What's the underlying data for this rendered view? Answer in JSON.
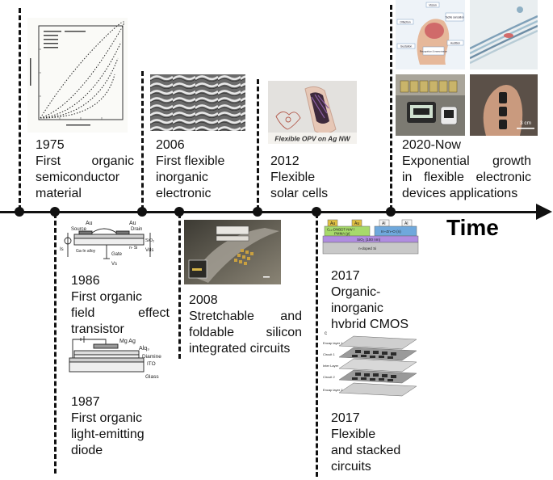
{
  "axis": {
    "label": "Time"
  },
  "milestones": [
    {
      "id": "1975",
      "year": "1975",
      "lines": [
        "First organic",
        "semiconductor",
        "material"
      ]
    },
    {
      "id": "1986",
      "year": "1986",
      "lines": [
        "First organic",
        "field effect",
        "transistor"
      ]
    },
    {
      "id": "1987",
      "year": "1987",
      "lines": [
        "First organic",
        "light-emitting",
        "diode"
      ]
    },
    {
      "id": "2006",
      "year": "2006",
      "lines": [
        "First flexible",
        "inorganic",
        "electronic"
      ]
    },
    {
      "id": "2008",
      "year": "2008",
      "lines": [
        "Stretchable and",
        "foldable silicon",
        "integrated circuits"
      ]
    },
    {
      "id": "2012",
      "year": "2012",
      "lines": [
        "Flexible",
        "solar cells"
      ]
    },
    {
      "id": "2017a",
      "year": "2017",
      "lines": [
        "Organic-",
        "inorganic",
        "hybrid CMOS"
      ]
    },
    {
      "id": "2017b",
      "year": "2017",
      "lines": [
        "Flexible",
        "and stacked",
        "circuits"
      ]
    },
    {
      "id": "2020",
      "year": "2020-Now",
      "lines": [
        "Exponential growth",
        "in flexible electronic",
        "devices applications"
      ]
    }
  ],
  "figures": {
    "opv_caption": "Flexible OPV on Ag NW",
    "ofet": {
      "au": "Au",
      "source": "Source",
      "drain": "Drain",
      "sio2": "SiO₂",
      "is": "Is",
      "vds": "Vds",
      "gate": "Gate",
      "vs": "Vs",
      "alloy": "Ga-In alloy",
      "nsi": "n- Si"
    },
    "oled": {
      "mg_ag": "Mg Ag",
      "alq": "Alq₃",
      "diamine": "Diamine",
      "ito": "ITO",
      "glass": "Glass"
    },
    "cmos": {
      "au": "Au",
      "al": "Al",
      "c10": "C₁₀-DNBDT-NW /",
      "pmma": "PMMA (p)",
      "izo": "In–Zn–O (n)",
      "sio2": "SiO₂ (100 nm)",
      "si": "n-doped Si"
    },
    "stack": {
      "panel": "c",
      "encap1": "Encap layer 1",
      "circuit1": "Circuit 1",
      "inter": "Inter Layer",
      "circuit2": "Circuit 2",
      "encap2": "Encap layer 2"
    },
    "band_scale": "3 cm",
    "sensing": {
      "vision": "Vision",
      "olfaction": "Olfaction",
      "tactile": "Tactile sensation",
      "gustation": "Gustation",
      "audition": "Audition",
      "recognition": "Recognition & transmission"
    }
  },
  "colors": {
    "line": "#111111",
    "cmos_green": "#a7d96b",
    "cmos_purple": "#b08de0",
    "cmos_gold": "#e0c040",
    "cmos_blue": "#6fa8dc"
  }
}
